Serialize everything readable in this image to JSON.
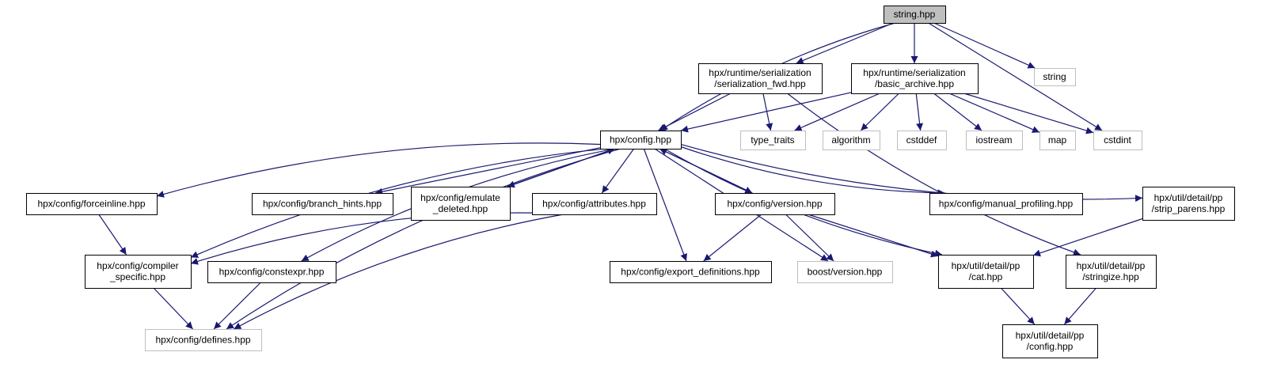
{
  "graph": {
    "edge_color": "#191970",
    "nodes": {
      "string_hpp": {
        "lines": [
          "string.hpp"
        ],
        "kind": "root"
      },
      "serialization_fwd": {
        "lines": [
          "hpx/runtime/serialization",
          "/serialization_fwd.hpp"
        ],
        "kind": "local"
      },
      "basic_archive": {
        "lines": [
          "hpx/runtime/serialization",
          "/basic_archive.hpp"
        ],
        "kind": "local"
      },
      "string": {
        "lines": [
          "string"
        ],
        "kind": "external"
      },
      "config": {
        "lines": [
          "hpx/config.hpp"
        ],
        "kind": "local"
      },
      "type_traits": {
        "lines": [
          "type_traits"
        ],
        "kind": "external"
      },
      "algorithm": {
        "lines": [
          "algorithm"
        ],
        "kind": "external"
      },
      "cstddef": {
        "lines": [
          "cstddef"
        ],
        "kind": "external"
      },
      "iostream": {
        "lines": [
          "iostream"
        ],
        "kind": "external"
      },
      "map": {
        "lines": [
          "map"
        ],
        "kind": "external"
      },
      "cstdint": {
        "lines": [
          "cstdint"
        ],
        "kind": "external"
      },
      "forceinline": {
        "lines": [
          "hpx/config/forceinline.hpp"
        ],
        "kind": "local"
      },
      "branch_hints": {
        "lines": [
          "hpx/config/branch_hints.hpp"
        ],
        "kind": "local"
      },
      "emulate_deleted": {
        "lines": [
          "hpx/config/emulate",
          "_deleted.hpp"
        ],
        "kind": "local"
      },
      "attributes": {
        "lines": [
          "hpx/config/attributes.hpp"
        ],
        "kind": "local"
      },
      "version": {
        "lines": [
          "hpx/config/version.hpp"
        ],
        "kind": "local"
      },
      "manual_profiling": {
        "lines": [
          "hpx/config/manual_profiling.hpp"
        ],
        "kind": "local"
      },
      "strip_parens": {
        "lines": [
          "hpx/util/detail/pp",
          "/strip_parens.hpp"
        ],
        "kind": "local"
      },
      "compiler_specific": {
        "lines": [
          "hpx/config/compiler",
          "_specific.hpp"
        ],
        "kind": "local"
      },
      "constexpr": {
        "lines": [
          "hpx/config/constexpr.hpp"
        ],
        "kind": "local"
      },
      "export_definitions": {
        "lines": [
          "hpx/config/export_definitions.hpp"
        ],
        "kind": "local"
      },
      "boost_version": {
        "lines": [
          "boost/version.hpp"
        ],
        "kind": "external"
      },
      "cat": {
        "lines": [
          "hpx/util/detail/pp",
          "/cat.hpp"
        ],
        "kind": "local"
      },
      "stringize": {
        "lines": [
          "hpx/util/detail/pp",
          "/stringize.hpp"
        ],
        "kind": "local"
      },
      "defines": {
        "lines": [
          "hpx/config/defines.hpp"
        ],
        "kind": "external"
      },
      "pp_config": {
        "lines": [
          "hpx/util/detail/pp",
          "/config.hpp"
        ],
        "kind": "local"
      }
    },
    "edges": [
      [
        "string_hpp",
        "serialization_fwd"
      ],
      [
        "string_hpp",
        "basic_archive"
      ],
      [
        "string_hpp",
        "string"
      ],
      [
        "string_hpp",
        "cstdint"
      ],
      [
        "string_hpp",
        "config"
      ],
      [
        "serialization_fwd",
        "config"
      ],
      [
        "serialization_fwd",
        "type_traits"
      ],
      [
        "serialization_fwd",
        "stringize"
      ],
      [
        "basic_archive",
        "config"
      ],
      [
        "basic_archive",
        "type_traits"
      ],
      [
        "basic_archive",
        "algorithm"
      ],
      [
        "basic_archive",
        "cstddef"
      ],
      [
        "basic_archive",
        "iostream"
      ],
      [
        "basic_archive",
        "map"
      ],
      [
        "basic_archive",
        "cstdint"
      ],
      [
        "config",
        "forceinline"
      ],
      [
        "config",
        "branch_hints"
      ],
      [
        "config",
        "emulate_deleted"
      ],
      [
        "config",
        "attributes"
      ],
      [
        "config",
        "version"
      ],
      [
        "config",
        "manual_profiling"
      ],
      [
        "config",
        "strip_parens"
      ],
      [
        "config",
        "compiler_specific"
      ],
      [
        "config",
        "constexpr"
      ],
      [
        "config",
        "export_definitions"
      ],
      [
        "config",
        "boost_version"
      ],
      [
        "config",
        "cat"
      ],
      [
        "config",
        "defines"
      ],
      [
        "emulate_deleted",
        "config"
      ],
      [
        "version",
        "config"
      ],
      [
        "forceinline",
        "compiler_specific"
      ],
      [
        "attributes",
        "compiler_specific"
      ],
      [
        "attributes",
        "defines"
      ],
      [
        "version",
        "export_definitions"
      ],
      [
        "version",
        "boost_version"
      ],
      [
        "version",
        "cat"
      ],
      [
        "strip_parens",
        "cat"
      ],
      [
        "compiler_specific",
        "defines"
      ],
      [
        "constexpr",
        "defines"
      ],
      [
        "cat",
        "pp_config"
      ],
      [
        "stringize",
        "pp_config"
      ]
    ]
  }
}
